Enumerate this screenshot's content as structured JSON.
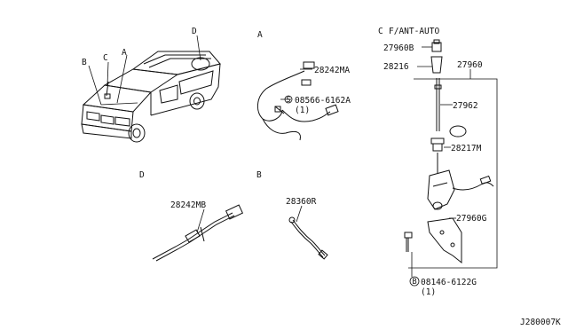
{
  "diagram_code": "J280007K",
  "vehicle_callouts": [
    "B",
    "C",
    "A",
    "D"
  ],
  "sections": {
    "A": {
      "title": "A",
      "parts": [
        "28242MA",
        "08566-6162A",
        "(1)"
      ],
      "bolt_symbol": "S"
    },
    "D": {
      "title": "D",
      "parts": [
        "28242MB"
      ]
    },
    "B": {
      "title": "B",
      "parts": [
        "28360R"
      ]
    },
    "C": {
      "title": "C",
      "subtitle": "F/ANT-AUTO",
      "parts": [
        "27960B",
        "28216",
        "27960",
        "27962",
        "28217M",
        "27960G",
        "08146-6122G",
        "(1)"
      ],
      "bolt_symbol": "B"
    }
  }
}
